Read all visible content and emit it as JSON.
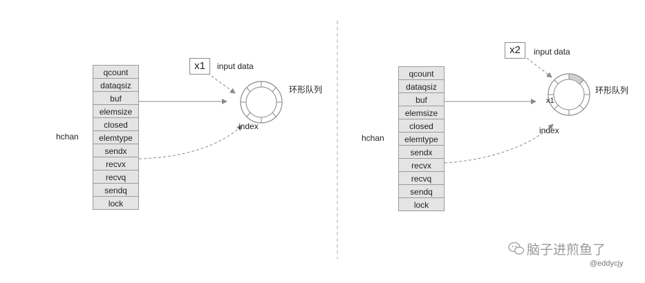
{
  "left_panel": {
    "struct_name": "hchan",
    "fields": [
      "qcount",
      "dataqsiz",
      "buf",
      "elemsize",
      "closed",
      "elemtype",
      "sendx",
      "recvx",
      "recvq",
      "sendq",
      "lock"
    ],
    "input_box": "x1",
    "input_label": "input data",
    "queue_label": "环形队列",
    "index_label": "index"
  },
  "right_panel": {
    "struct_name": "hchan",
    "fields": [
      "qcount",
      "dataqsiz",
      "buf",
      "elemsize",
      "closed",
      "elemtype",
      "sendx",
      "recvx",
      "recvq",
      "sendq",
      "lock"
    ],
    "input_box": "x2",
    "input_label": "input data",
    "queue_label": "环形队列",
    "index_label": "index",
    "slot_label": "x1"
  },
  "watermark": {
    "text": "脑子进煎鱼了",
    "handle": "@eddycjy",
    "icon": "wechat-icon"
  },
  "colors": {
    "field_bg": "#e4e4e4",
    "field_border": "#9a9a9a",
    "arrow": "#8a8a8a",
    "divider": "#aaaaaa"
  }
}
